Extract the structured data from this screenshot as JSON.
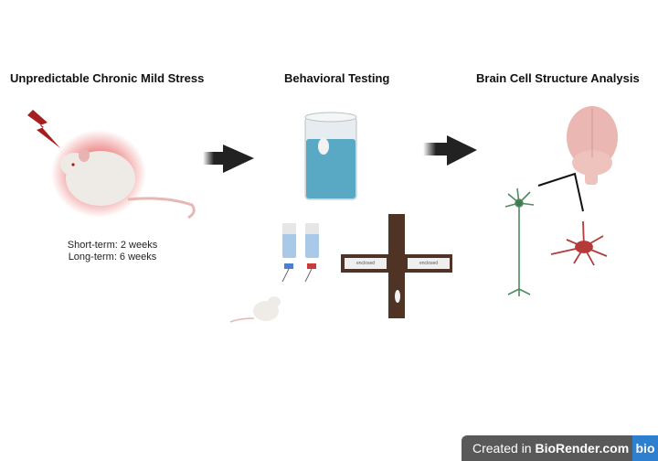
{
  "panels": [
    {
      "title": "Unpredictable Chronic Mild Stress",
      "notes": [
        "Short-term: 2 weeks",
        "Long-term: 6 weeks"
      ]
    },
    {
      "title": "Behavioral Testing",
      "maze_labels": [
        "enclosed",
        "enclosed"
      ]
    },
    {
      "title": "Brain Cell Structure Analysis"
    }
  ],
  "colors": {
    "stress_red": "#b52a2a",
    "maze_brown": "#4f3426",
    "neuron_green": "#4e8b5f",
    "neuron_red": "#b53a3a",
    "water_blue": "#5aa9c4",
    "badge_gray": "#595959",
    "badge_blue": "#2f7fd1"
  },
  "badge": {
    "prefix": "Created in ",
    "brand": "BioRender.com",
    "logo": "bio"
  }
}
